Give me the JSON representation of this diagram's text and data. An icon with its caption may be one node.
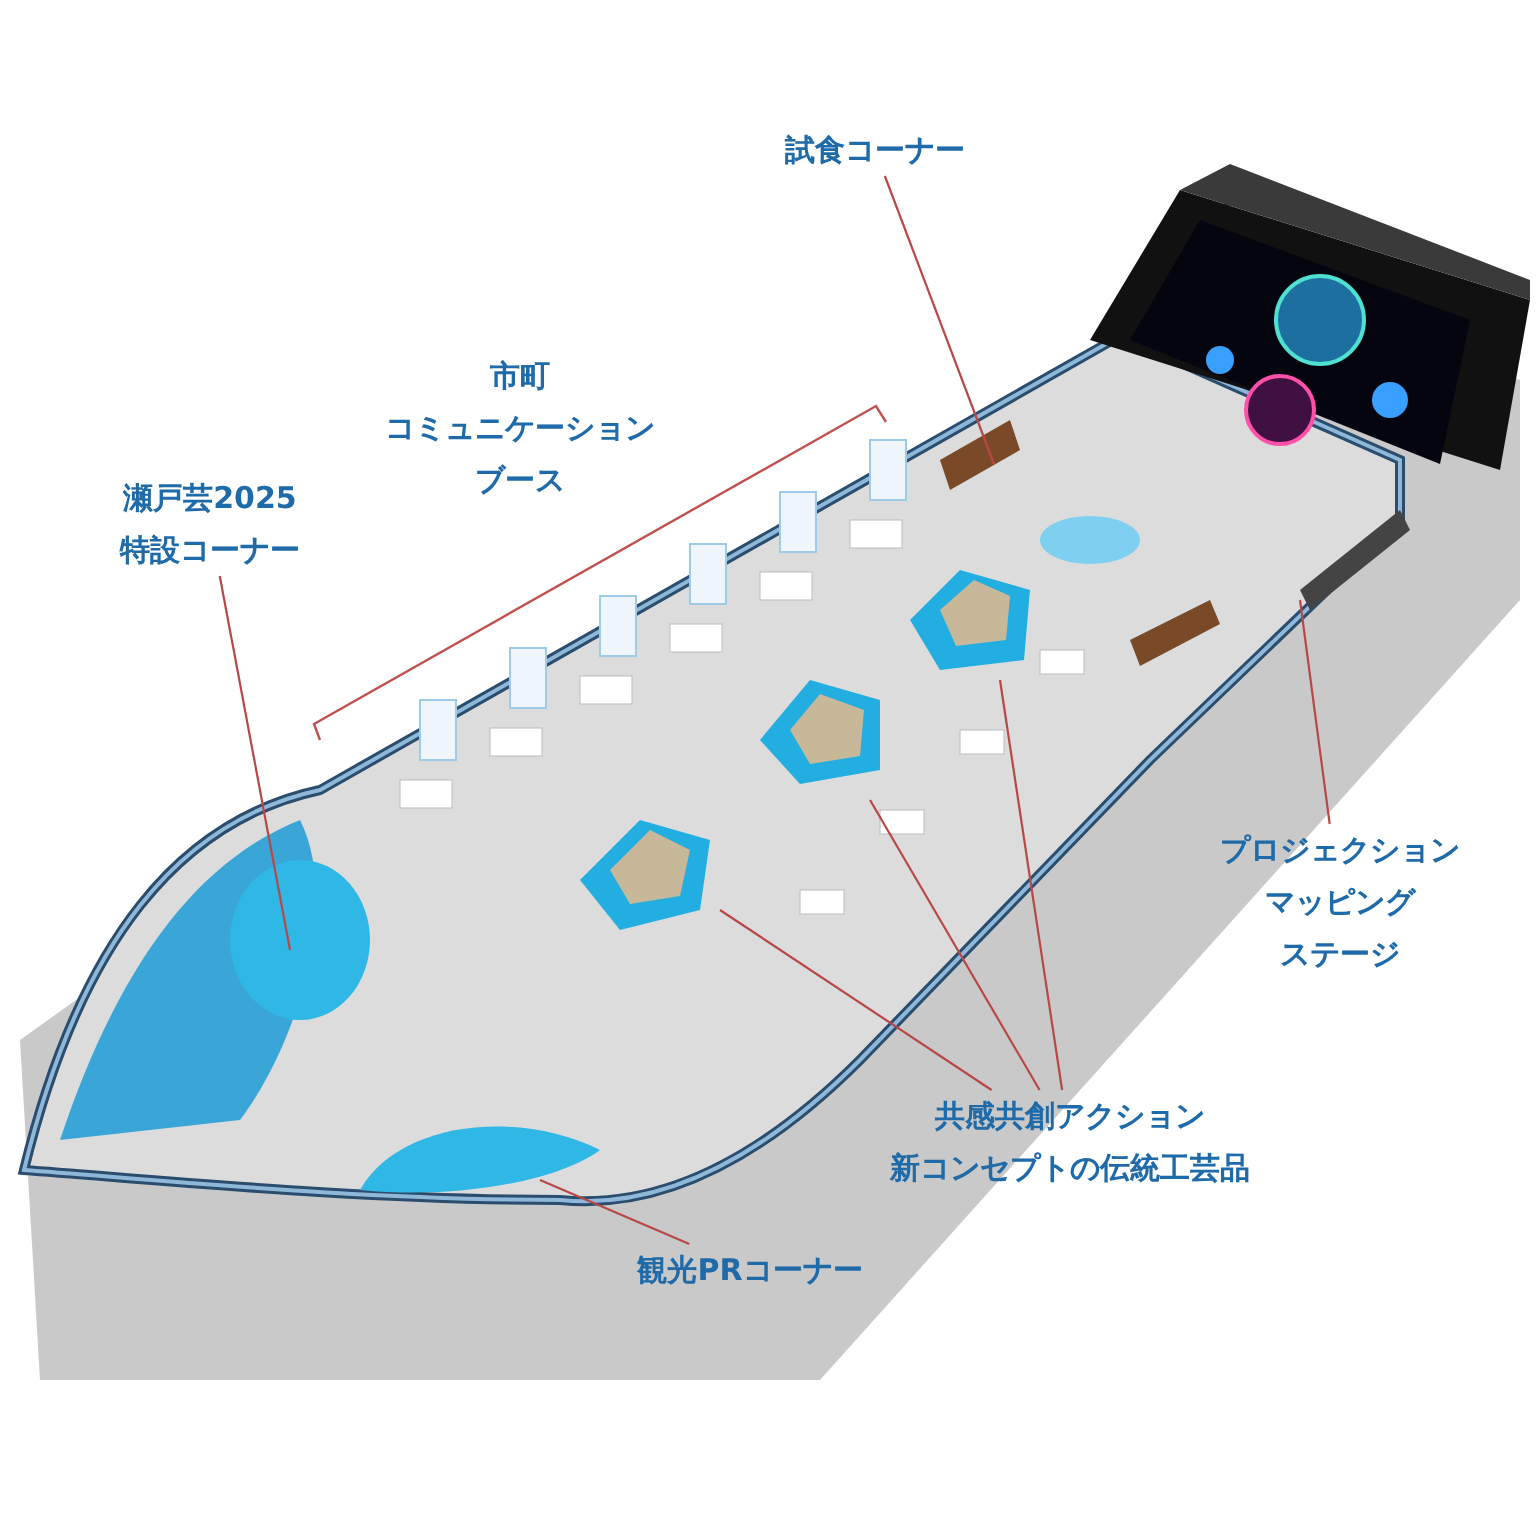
{
  "diagram": {
    "nodes": [
      {
        "text": [
          "試食コーナー"
        ]
      },
      {
        "text": [
          "瀬戸芸2025特設コーナー"
        ]
      },
      {
        "text": [
          "プロジェクションマッピングステージ"
        ]
      },
      {
        "text": [
          "共感共創アクション新コンセプトの伝統工芸品"
        ]
      },
      {
        "text": [
          "観光PRコーナー"
        ]
      }
    ],
    "edges": [
      {
        "from": 0,
        "to": null,
        "arrow": "none"
      },
      {
        "from": 1,
        "to": null,
        "arrow": "none"
      },
      {
        "from": 2,
        "to": null,
        "arrow": "none"
      },
      {
        "from": 3,
        "to": null,
        "arrow": "none"
      },
      {
        "from": 3,
        "to": null,
        "arrow": "none"
      },
      {
        "from": 3,
        "to": null,
        "arrow": "none"
      },
      {
        "from": 4,
        "to": null,
        "arrow": "none"
      }
    ],
    "labels": [
      "市町コミュニケーションブース"
    ]
  }
}
